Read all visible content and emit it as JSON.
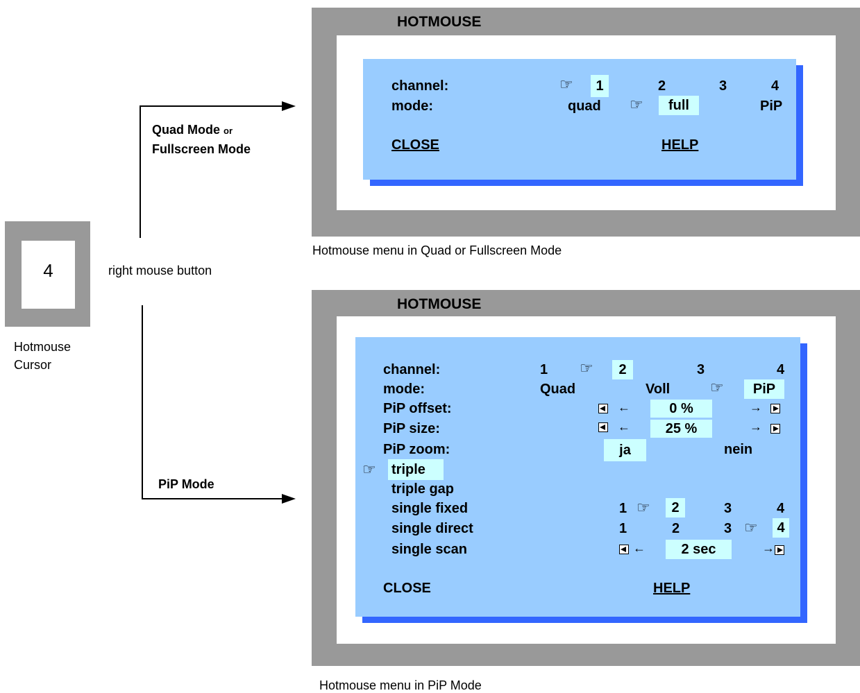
{
  "cursor": {
    "number": "4",
    "caption_line1": "Hotmouse",
    "caption_line2": "Cursor"
  },
  "right_mouse_label": "right mouse button",
  "quad_label": {
    "part1": "Quad Mode",
    "part2": "or",
    "line2": "Fullscreen Mode"
  },
  "pip_label": "PiP Mode",
  "menu1": {
    "title": "HOTMOUSE",
    "caption": "Hotmouse menu in Quad or Fullscreen Mode",
    "channel_label": "channel:",
    "mode_label": "mode:",
    "channels": [
      "1",
      "2",
      "3",
      "4"
    ],
    "selected_channel": "1",
    "modes": [
      "quad",
      "full",
      "PiP"
    ],
    "selected_mode": "full",
    "close": "CLOSE",
    "help": "HELP"
  },
  "menu2": {
    "title": "HOTMOUSE",
    "caption": "Hotmouse menu in PiP Mode",
    "channel_label": "channel:",
    "mode_label": "mode:",
    "pip_offset_label": "PiP offset:",
    "pip_size_label": "PiP size:",
    "pip_zoom_label": "PiP zoom:",
    "channels": [
      "1",
      "2",
      "3",
      "4"
    ],
    "selected_channel": "2",
    "modes": [
      "Quad",
      "Voll",
      "PiP"
    ],
    "selected_mode": "PiP",
    "pip_offset_value": "0 %",
    "pip_size_value": "25 %",
    "zoom_options": [
      "ja",
      "nein"
    ],
    "selected_zoom": "ja",
    "triple": "triple",
    "triple_gap": "triple gap",
    "single_fixed_label": "single fixed",
    "single_fixed_values": [
      "1",
      "2",
      "3",
      "4"
    ],
    "single_fixed_selected": "2",
    "single_direct_label": "single direct",
    "single_direct_values": [
      "1",
      "2",
      "3",
      "4"
    ],
    "single_direct_selected": "4",
    "single_scan_label": "single scan",
    "single_scan_value": "2 sec",
    "close": "CLOSE",
    "help": "HELP"
  },
  "icons": {
    "pointer": "pointing-hand-icon",
    "nav_first": "skip-back-icon",
    "nav_last": "skip-forward-icon",
    "arrow_left": "arrow-left-icon",
    "arrow_right": "arrow-right-icon"
  },
  "colors": {
    "frame": "#999999",
    "panel": "#99ccff",
    "shadow": "#3366ff",
    "highlight": "#ccffff"
  }
}
